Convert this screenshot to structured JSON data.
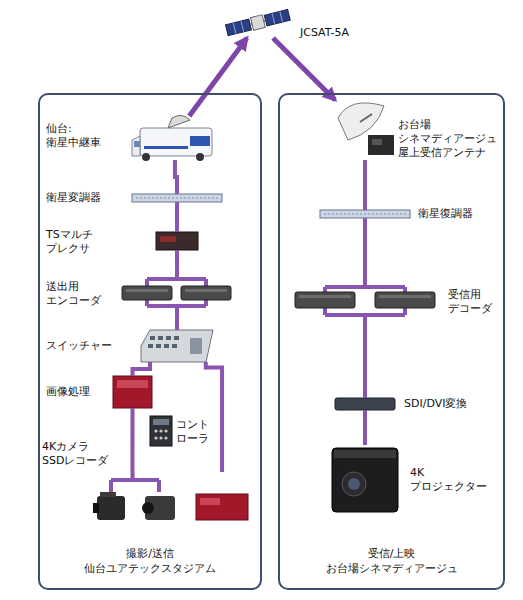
{
  "diagram": {
    "nodes": [
      {
        "text": [
          "撮影/送信 仙台ユアテックスタジアム"
        ]
      },
      {
        "text": [
          "受信/上映 お台場シネマディアージュ"
        ]
      },
      {
        "text": [
          "JCSAT-5A"
        ]
      },
      {
        "text": [
          "仙台: 衛星中継車"
        ],
        "in": 0
      },
      {
        "text": [
          "衛星変調器"
        ],
        "in": 0
      },
      {
        "text": [
          "TSマルチ プレクサ"
        ],
        "in": 0
      },
      {
        "text": [
          "送出用 エンコーダ"
        ],
        "in": 0
      },
      {
        "text": [
          "スイッチャー"
        ],
        "in": 0
      },
      {
        "text": [
          "画像処理"
        ],
        "in": 0
      },
      {
        "text": [
          "コント ローラ"
        ],
        "in": 0
      },
      {
        "text": [
          "4Kカメラ SSDレコーダ"
        ],
        "in": 0
      },
      {
        "text": [
          "お台場 シネマディアージュ 屋上受信アンテナ"
        ],
        "in": 1
      },
      {
        "text": [
          "衛星復調器"
        ],
        "in": 1
      },
      {
        "text": [
          "受信用 デコーダ"
        ],
        "in": 1
      },
      {
        "text": [
          "SDI/DVI変換"
        ],
        "in": 1
      },
      {
        "text": [
          "4K プロジェクター"
        ],
        "in": 1
      }
    ],
    "edges": [
      {
        "from": 3,
        "to": 2,
        "arrow": "to"
      },
      {
        "from": 2,
        "to": 11,
        "arrow": "to"
      },
      {
        "from": 3,
        "to": 4,
        "arrow": "none"
      },
      {
        "from": 4,
        "to": 5,
        "arrow": "none"
      },
      {
        "from": 5,
        "to": 6,
        "arrow": "none"
      },
      {
        "from": 6,
        "to": 7,
        "arrow": "none"
      },
      {
        "from": 7,
        "to": 8,
        "arrow": "none"
      },
      {
        "from": 8,
        "to": 10,
        "arrow": "none"
      },
      {
        "from": 7,
        "to": 10,
        "arrow": "none"
      },
      {
        "from": 11,
        "to": 12,
        "arrow": "none"
      },
      {
        "from": 12,
        "to": 13,
        "arrow": "none"
      },
      {
        "from": 13,
        "to": 14,
        "arrow": "none"
      },
      {
        "from": 14,
        "to": 15,
        "arrow": "none"
      }
    ]
  }
}
